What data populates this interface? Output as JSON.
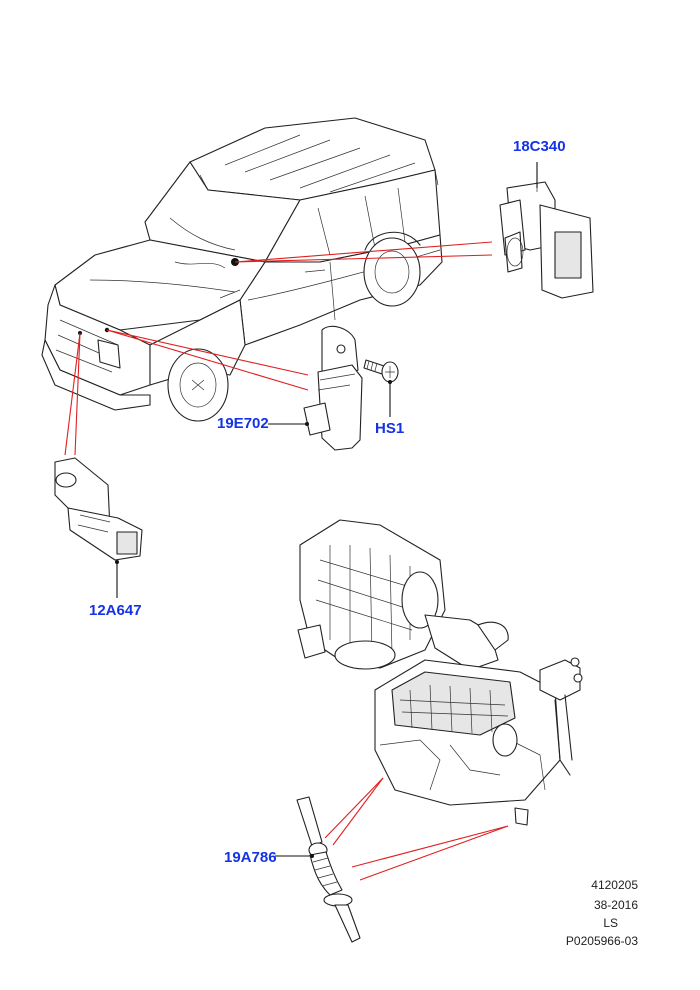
{
  "callouts": {
    "sensor_18c340": "18C340",
    "sensor_19e702": "19E702",
    "screw_hs1": "HS1",
    "sensor_12a647": "12A647",
    "sensor_19a786": "19A786"
  },
  "reference": {
    "line1": "4120205",
    "line2": "38-2016",
    "line3": "LS",
    "line4": "P0205966-03"
  },
  "colors": {
    "callout_text": "#1432e6",
    "leader_lines": "#e02020",
    "linework": "#222222"
  }
}
